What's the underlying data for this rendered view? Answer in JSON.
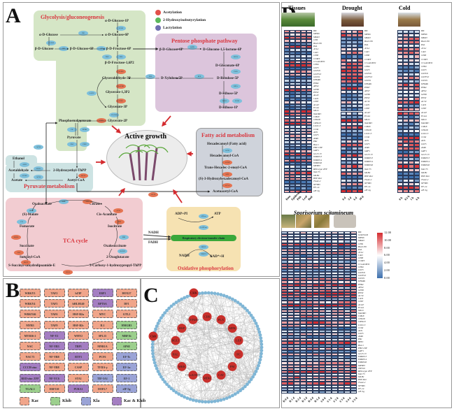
{
  "panels": {
    "A": {
      "label": "A",
      "legend": [
        {
          "label": "Acetylation",
          "color": "#e2504a"
        },
        {
          "label": "2-Hydroxyisobutyrylation",
          "color": "#5cb85c"
        },
        {
          "label": "Lactylation",
          "color": "#6f6fb0"
        }
      ],
      "center": {
        "label": "Active growth",
        "icon": "sugarcane-icon"
      },
      "pathways": {
        "glycolysis": {
          "title": "Glycolysis/gluconeogenesis",
          "metabolites": [
            "α-D-Glucose-1P",
            "α-D-Glucose",
            "α-D-Glucose-6P",
            "β-D-Glucose",
            "β-D-Glucose-6P",
            "β-D-Fructose-6P",
            "β-D-Fructose-1,6P2",
            "Glyceraldehyde-3P",
            "Glycerate-1,3P2",
            "Glycerate-3P",
            "Glycerate-2P",
            "Phosphoenolpyruvate",
            "Pyruvate"
          ],
          "enzymes": [
            "PGM",
            "HK",
            "GALM",
            "HK",
            "GPI",
            "FBP",
            "PFK",
            "ALDO",
            "GAPDH",
            "GAPN",
            "PGK",
            "PGAM",
            "ENO",
            "PK",
            "PPDK",
            "PDC",
            "PDH"
          ]
        },
        "pentose": {
          "title": "Pentose phosphate pathway",
          "metabolites": [
            "β-D-Glucose-6P",
            "D-Glucono-1,5-lactone-6P",
            "D-Gluconate-6P",
            "D-Xylulose-5P",
            "D-Ribulose-5P",
            "D-Ribose-5P",
            "D-Ribose-1P"
          ],
          "enzymes": [
            "G6PD",
            "PGLS",
            "PGD",
            "TKL",
            "RPE",
            "RPIA",
            "DERA",
            "PGM"
          ]
        },
        "pyruvate": {
          "title": "Pyruvate metabolism",
          "metabolites": [
            "Ethanol",
            "Acetaldehyde",
            "2-Hydroxyethyl-ThPP",
            "Acetate",
            "Acetyl-CoA"
          ],
          "enzymes": [
            "ACSS",
            "ADH",
            "PDHA",
            "ALDH",
            "ACSS",
            "DLAT"
          ]
        },
        "fatty_acid": {
          "title": "Fatty acid metabolism",
          "metabolites": [
            "Hexadecanoyl (Fatty acid)",
            "Hexadecanoyl-CoA",
            "Trans-Hexadec-2-enoyl-CoA",
            "(S)-3-Hydroxyhexadecanoyl-CoA",
            "Acetoacetyl-CoA"
          ],
          "enzymes": [
            "ACSL",
            "ACOX",
            "MFP",
            "ACAA",
            "ACAT"
          ]
        },
        "tca": {
          "title": "TCA cycle",
          "metabolites": [
            "Oxaloacetate",
            "Citrate",
            "(S)-Malate",
            "Cis-Aconitate",
            "Fumarate",
            "Isocitrate",
            "Succinate",
            "Oxalosuccinate",
            "Succinyl-CoA",
            "2-Oxoglutarate",
            "S-Succinyl-dihydrolipoamide-E",
            "3-Carboxy-1-hydroxypropyl-ThPP"
          ],
          "enzymes": [
            "PCK",
            "CS",
            "MDH",
            "ACO",
            "FH",
            "IDH",
            "SDHA",
            "IDH",
            "LSC",
            "OGDH",
            "DLST",
            "DLD"
          ]
        },
        "oxphos": {
          "title": "Oxidative phosphorylation",
          "metabolites": [
            "ADP+PI",
            "ATP",
            "NADH",
            "NAD⁺+H"
          ],
          "chain": "Respiratory electron-transfer chain",
          "inputs": [
            "NADH",
            "FADH"
          ],
          "enzymes": [
            "ATPase",
            "V-ATPase",
            "NDUF",
            "NDUFS"
          ]
        }
      }
    },
    "B": {
      "label": "B",
      "grid": [
        [
          {
            "t": "WRKY3",
            "c": "kac"
          },
          {
            "t": "TAF2",
            "c": "kac"
          },
          {
            "t": "bZIP",
            "c": "kac"
          },
          {
            "t": "EBP1",
            "c": "both"
          },
          {
            "t": "HOX27",
            "c": "kac"
          }
        ],
        [
          {
            "t": "WRKY4",
            "c": "kac"
          },
          {
            "t": "TAF5",
            "c": "kac"
          },
          {
            "t": "bHLH140",
            "c": "kac"
          },
          {
            "t": "BPT6A",
            "c": "both"
          },
          {
            "t": "DF1",
            "c": "kac"
          }
        ],
        [
          {
            "t": "WRKY46",
            "c": "kac"
          },
          {
            "t": "TAF6",
            "c": "kac"
          },
          {
            "t": "HSF-B2a",
            "c": "kac"
          },
          {
            "t": "MYC",
            "c": "kac"
          },
          {
            "t": "GTL2",
            "c": "kac"
          }
        ],
        [
          {
            "t": "MYB3",
            "c": "kac"
          },
          {
            "t": "TAF9",
            "c": "kac"
          },
          {
            "t": "HSF-B2c",
            "c": "kac"
          },
          {
            "t": "IL1",
            "c": "kac"
          },
          {
            "t": "HMGB3",
            "c": "khib"
          }
        ],
        [
          {
            "t": "MYB36-2",
            "c": "kac"
          },
          {
            "t": "NF-Y2",
            "c": "both"
          },
          {
            "t": "WHY2",
            "c": "kac"
          },
          {
            "t": "SPL15",
            "c": "kac"
          },
          {
            "t": "MBF1b",
            "c": "khib"
          }
        ],
        [
          {
            "t": "NAC",
            "c": "kac"
          },
          {
            "t": "NF-YB3",
            "c": "both"
          },
          {
            "t": "TBP1",
            "c": "both"
          },
          {
            "t": "MNB1A",
            "c": "kac"
          },
          {
            "t": "APSE",
            "c": "khib"
          }
        ],
        [
          {
            "t": "NAC75",
            "c": "kac"
          },
          {
            "t": "NF-YB8",
            "c": "kac"
          },
          {
            "t": "BTF3",
            "c": "both"
          },
          {
            "t": "PCF6",
            "c": "kac"
          },
          {
            "t": "EF-Ts",
            "c": "kla"
          }
        ],
        [
          {
            "t": "CCCH-zinc ZFP",
            "c": "both"
          },
          {
            "t": "NF-YB8",
            "c": "kac"
          },
          {
            "t": "CASP",
            "c": "kac"
          },
          {
            "t": "TFIIA-γ",
            "c": "kac"
          },
          {
            "t": "EF-1α",
            "c": "kla"
          }
        ],
        [
          {
            "t": "RED-zinc ZFP",
            "c": "both"
          },
          {
            "t": "NF-YC6",
            "c": "both"
          },
          {
            "t": "STA1",
            "c": "kac"
          },
          {
            "t": "TIF-5A1",
            "c": "kla"
          },
          {
            "t": "EF-1",
            "c": "kla"
          }
        ],
        [
          {
            "t": "TGAL3",
            "c": "khib"
          },
          {
            "t": "ERF110",
            "c": "kac"
          },
          {
            "t": "PURA1",
            "c": "both"
          },
          {
            "t": "DOFL7",
            "c": "kac"
          },
          {
            "t": "eIF-5g",
            "c": "kla"
          }
        ]
      ],
      "legend": [
        {
          "label": "Kac",
          "c": "kac"
        },
        {
          "label": "Khib",
          "c": "khib"
        },
        {
          "label": "Kla",
          "c": "kla"
        },
        {
          "label": "Kac & Khib",
          "c": "both"
        }
      ],
      "colors": {
        "kac": "#f0a58a",
        "khib": "#9ccf8d",
        "kla": "#9aa3d6",
        "both": "#a47ec2"
      }
    },
    "C": {
      "label": "C",
      "hubs": [
        "CHS",
        "PLX",
        "MPK",
        "LEP",
        "PC",
        "PM",
        "CAT",
        "MDH",
        "CCoAOMT",
        "MKK",
        "PAL",
        "BGL1",
        "HSP",
        "CYP450"
      ],
      "outliers": [
        "CHK",
        "ChB"
      ],
      "hub_color": "#c9302c",
      "leaf_color": "#7fb6d6"
    },
    "D": {
      "label": "D",
      "colorscale": {
        "min": 0.0,
        "max": 12.0,
        "ticks": [
          "12.00",
          "10.00",
          "8.00",
          "6.00",
          "4.00",
          "2.00",
          "0.00"
        ],
        "low": "#3c6fad",
        "mid": "#ffffff",
        "high": "#d42b2f"
      },
      "top_heatmaps": [
        {
          "title": "Tissues",
          "columns": [
            "Root",
            "Epidermis",
            "Pith",
            "Leaf",
            "Bud"
          ]
        },
        {
          "title": "Drought",
          "columns": [
            "0 d",
            "3 d",
            "6 d",
            "10 d"
          ]
        },
        {
          "title": "Cold",
          "columns": [
            "0 h",
            "0.5 h",
            "1 h",
            "6 h"
          ]
        }
      ],
      "bottom_heatmap": {
        "title": "Sporisorium scitamineum",
        "columns": [
          "R 0 d",
          "R 1 d",
          "R 2 d",
          "R 3 d",
          "R 4 d",
          "R 5 d",
          "S 0 d",
          "S 1 d",
          "S 2 d",
          "S 3 d",
          "S 4 d",
          "S 5 d"
        ]
      },
      "genes_tissues": [
        "HK",
        "MPK6",
        "MKK3",
        "CHS",
        "BGLU30",
        "PAL",
        "4CL2",
        "CAD",
        "CHI3",
        "COMT",
        "CCoAOMT1",
        "CHS2",
        "GST3",
        "GSTU6",
        "GSTF10",
        "GSTZ1",
        "DHAR1",
        "PER2",
        "APX2",
        "GPX6",
        "PEST",
        "ALA3",
        "CAT1",
        "CHI7",
        "ACAT",
        "ECA4",
        "MLS1",
        "NADMC",
        "CML8",
        "CPK28",
        "CIPK23",
        "LOX1.3",
        "COI2",
        "AOS",
        "GST5",
        "ASR1",
        "PR1",
        "BGL1",
        "PBL5-NP",
        "GRF1",
        "GL23.13",
        "WRKY13",
        "WRKY14",
        "WRKY46",
        "MYB33",
        "RED-type ZFP",
        "NAC75",
        "MLH1",
        "HSF-B2c",
        "TGA2.2",
        "NFYB3",
        "EF-1α",
        "eIF-5g"
      ],
      "genes_drought": [
        "HK",
        "MPK6",
        "MKK3",
        "BGLU30",
        "PAL",
        "4CL2",
        "CAD",
        "CHI3",
        "COMT",
        "CCoAOMT1",
        "CHS2",
        "GST3",
        "GSTU6",
        "GSTF10",
        "GSTZ1",
        "DHAR1",
        "PER7",
        "APX7",
        "GPX6",
        "PEST",
        "ACT2",
        "CAT1",
        "CHI7",
        "ACAT",
        "ECA4",
        "MLS1",
        "NADMC",
        "CML8",
        "CPK28",
        "LOX1.3",
        "COI2",
        "AOS",
        "GST5",
        "ASR1",
        "GRF1",
        "GL23.13",
        "WRKY13",
        "WRKY14",
        "WRKY46",
        "NAC75",
        "MLH1",
        "HSF-B2c",
        "TGA2.2",
        "NFYB3",
        "EF-1α",
        "eIF-5g"
      ],
      "genes_cold": [
        "HK",
        "MPK6",
        "MKK3",
        "BGLU30",
        "PAL",
        "4CL2",
        "CAD",
        "CHI3",
        "COMT",
        "CCoAOMT1",
        "CHS2",
        "GST3",
        "GSTU6",
        "GSTF10",
        "GSTZ1",
        "DHAR1",
        "PER2",
        "APX2",
        "GPX6",
        "PEST",
        "ACT2",
        "CAT1",
        "CHI7",
        "ACAT",
        "ECA4",
        "MLS1",
        "NADMC",
        "CML8",
        "CPK28",
        "LOX1.3",
        "COI2",
        "AOS",
        "GST5",
        "ASR1",
        "GRF1",
        "GL23.13",
        "WRKY13",
        "WRKY14",
        "WRKY46",
        "NAC75",
        "MLH1",
        "HSF-B2c",
        "TGA2.2",
        "NFYB3",
        "EF-1α",
        "eIF-5g"
      ],
      "genes_smut": [
        "HK",
        "GLR/SGM",
        "MPK6",
        "MKK3",
        "CHI1",
        "BGLU30",
        "PAL",
        "4CL2",
        "CAD",
        "CHI3",
        "COMT",
        "CCoAOMT1",
        "CHS2",
        "GST3",
        "GSTU6",
        "GSTF10",
        "GSTZ1",
        "DHAR1",
        "PER2",
        "APX2",
        "GPX6",
        "PEST",
        "ACT2",
        "CAT1",
        "CHI7",
        "ACAT",
        "ECA4",
        "MLS1",
        "NADMC",
        "CML8",
        "CPK28",
        "CIPK23",
        "LOX1.3",
        "COI2",
        "AOS",
        "GST5",
        "ASR1",
        "PR1",
        "BPP1",
        "BGL1",
        "PBL5-NP",
        "GRF1",
        "GL23.13",
        "WRKY13",
        "WRKY14",
        "WRKY46",
        "MYB33",
        "TIFY10",
        "RED-type ZFP",
        "NAC75",
        "MLH1",
        "HSF-B2c",
        "TGA2.2",
        "NFYB3",
        "EF-1α",
        "eIF-5g"
      ]
    }
  }
}
